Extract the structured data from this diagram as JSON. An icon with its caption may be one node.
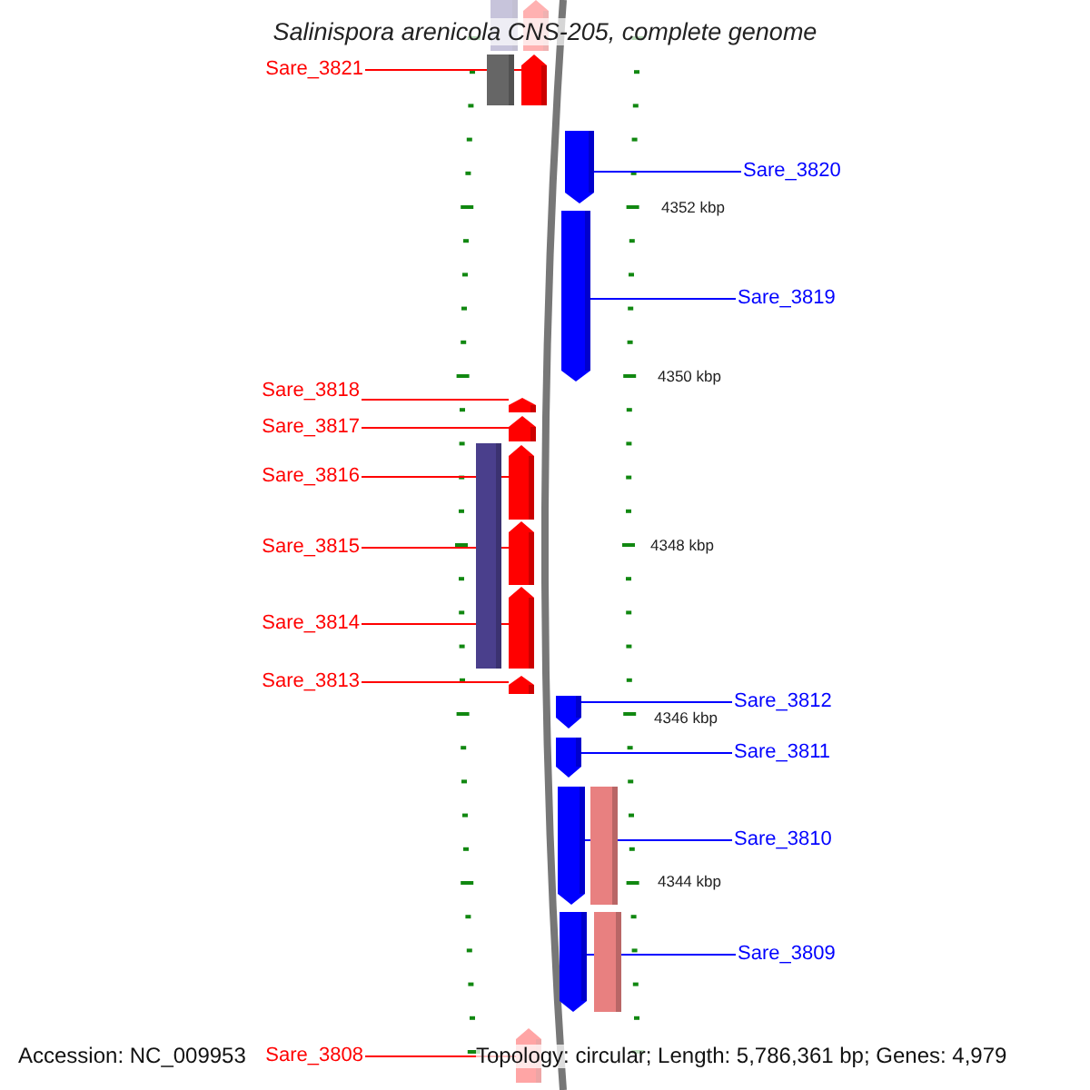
{
  "diagram": {
    "title": "Salinispora arenicola CNS-205, complete genome",
    "nodes": [
      {
        "text": [],
        "shape": "box"
      },
      {
        "text": [],
        "shape": "arrow"
      },
      {
        "text": [
          "Sare_3821"
        ]
      },
      {
        "text": [],
        "shape": "box"
      },
      {
        "text": [],
        "shape": "arrow"
      },
      {
        "text": [],
        "shape": "arrow"
      },
      {
        "text": [
          "Sare_3820"
        ]
      },
      {
        "text": [],
        "shape": "arrow"
      },
      {
        "text": [
          "Sare_3819"
        ]
      },
      {
        "text": [
          "Sare_3818"
        ]
      },
      {
        "text": [],
        "shape": "arrow"
      },
      {
        "text": [
          "Sare_3817"
        ]
      },
      {
        "text": [],
        "shape": "arrow"
      },
      {
        "text": [
          "Sare_3816"
        ]
      },
      {
        "text": [],
        "shape": "box"
      },
      {
        "text": [],
        "shape": "arrow"
      },
      {
        "text": [
          "Sare_3815"
        ]
      },
      {
        "text": [],
        "shape": "box"
      },
      {
        "text": [],
        "shape": "arrow"
      },
      {
        "text": [
          "Sare_3814"
        ]
      },
      {
        "text": [],
        "shape": "box"
      },
      {
        "text": [],
        "shape": "arrow"
      },
      {
        "text": [
          "Sare_3813"
        ]
      },
      {
        "text": [],
        "shape": "arrow"
      },
      {
        "text": [],
        "shape": "arrow"
      },
      {
        "text": [
          "Sare_3812"
        ]
      },
      {
        "text": [],
        "shape": "arrow"
      },
      {
        "text": [
          "Sare_3811"
        ]
      },
      {
        "text": [],
        "shape": "arrow"
      },
      {
        "text": [],
        "shape": "box"
      },
      {
        "text": [
          "Sare_3810"
        ]
      },
      {
        "text": [],
        "shape": "arrow"
      },
      {
        "text": [],
        "shape": "box"
      },
      {
        "text": [
          "Sare_3809"
        ]
      },
      {
        "text": [
          "Sare_3808"
        ]
      },
      {
        "text": [],
        "shape": "arrow"
      }
    ],
    "edges": [
      {
        "from": 2,
        "to": 4,
        "arrow": "none"
      },
      {
        "from": 6,
        "to": 5,
        "arrow": "none",
        "color": "#0000ff"
      },
      {
        "from": 8,
        "to": 7,
        "arrow": "none",
        "color": "#0000ff"
      },
      {
        "from": 9,
        "to": 10,
        "arrow": "none"
      },
      {
        "from": 11,
        "to": 12,
        "arrow": "none"
      },
      {
        "from": 13,
        "to": 15,
        "arrow": "none"
      },
      {
        "from": 16,
        "to": 18,
        "arrow": "none"
      },
      {
        "from": 19,
        "to": 21,
        "arrow": "none"
      },
      {
        "from": 22,
        "to": 23,
        "arrow": "none"
      },
      {
        "from": 25,
        "to": 24,
        "arrow": "none",
        "color": "#0000ff"
      },
      {
        "from": 27,
        "to": 26,
        "arrow": "none",
        "color": "#0000ff"
      },
      {
        "from": 30,
        "to": 28,
        "arrow": "none",
        "color": "#0000ff"
      },
      {
        "from": 33,
        "to": 31,
        "arrow": "none",
        "color": "#0000ff"
      },
      {
        "from": 34,
        "to": 35,
        "arrow": "none"
      }
    ],
    "labels": [
      "4352 kbp",
      "4350 kbp",
      "4348 kbp",
      "4346 kbp",
      "4344 kbp",
      "Accession: NC_009953",
      "Topology: circular; Length: 5,786,361 bp; Genes: 4,979"
    ]
  }
}
